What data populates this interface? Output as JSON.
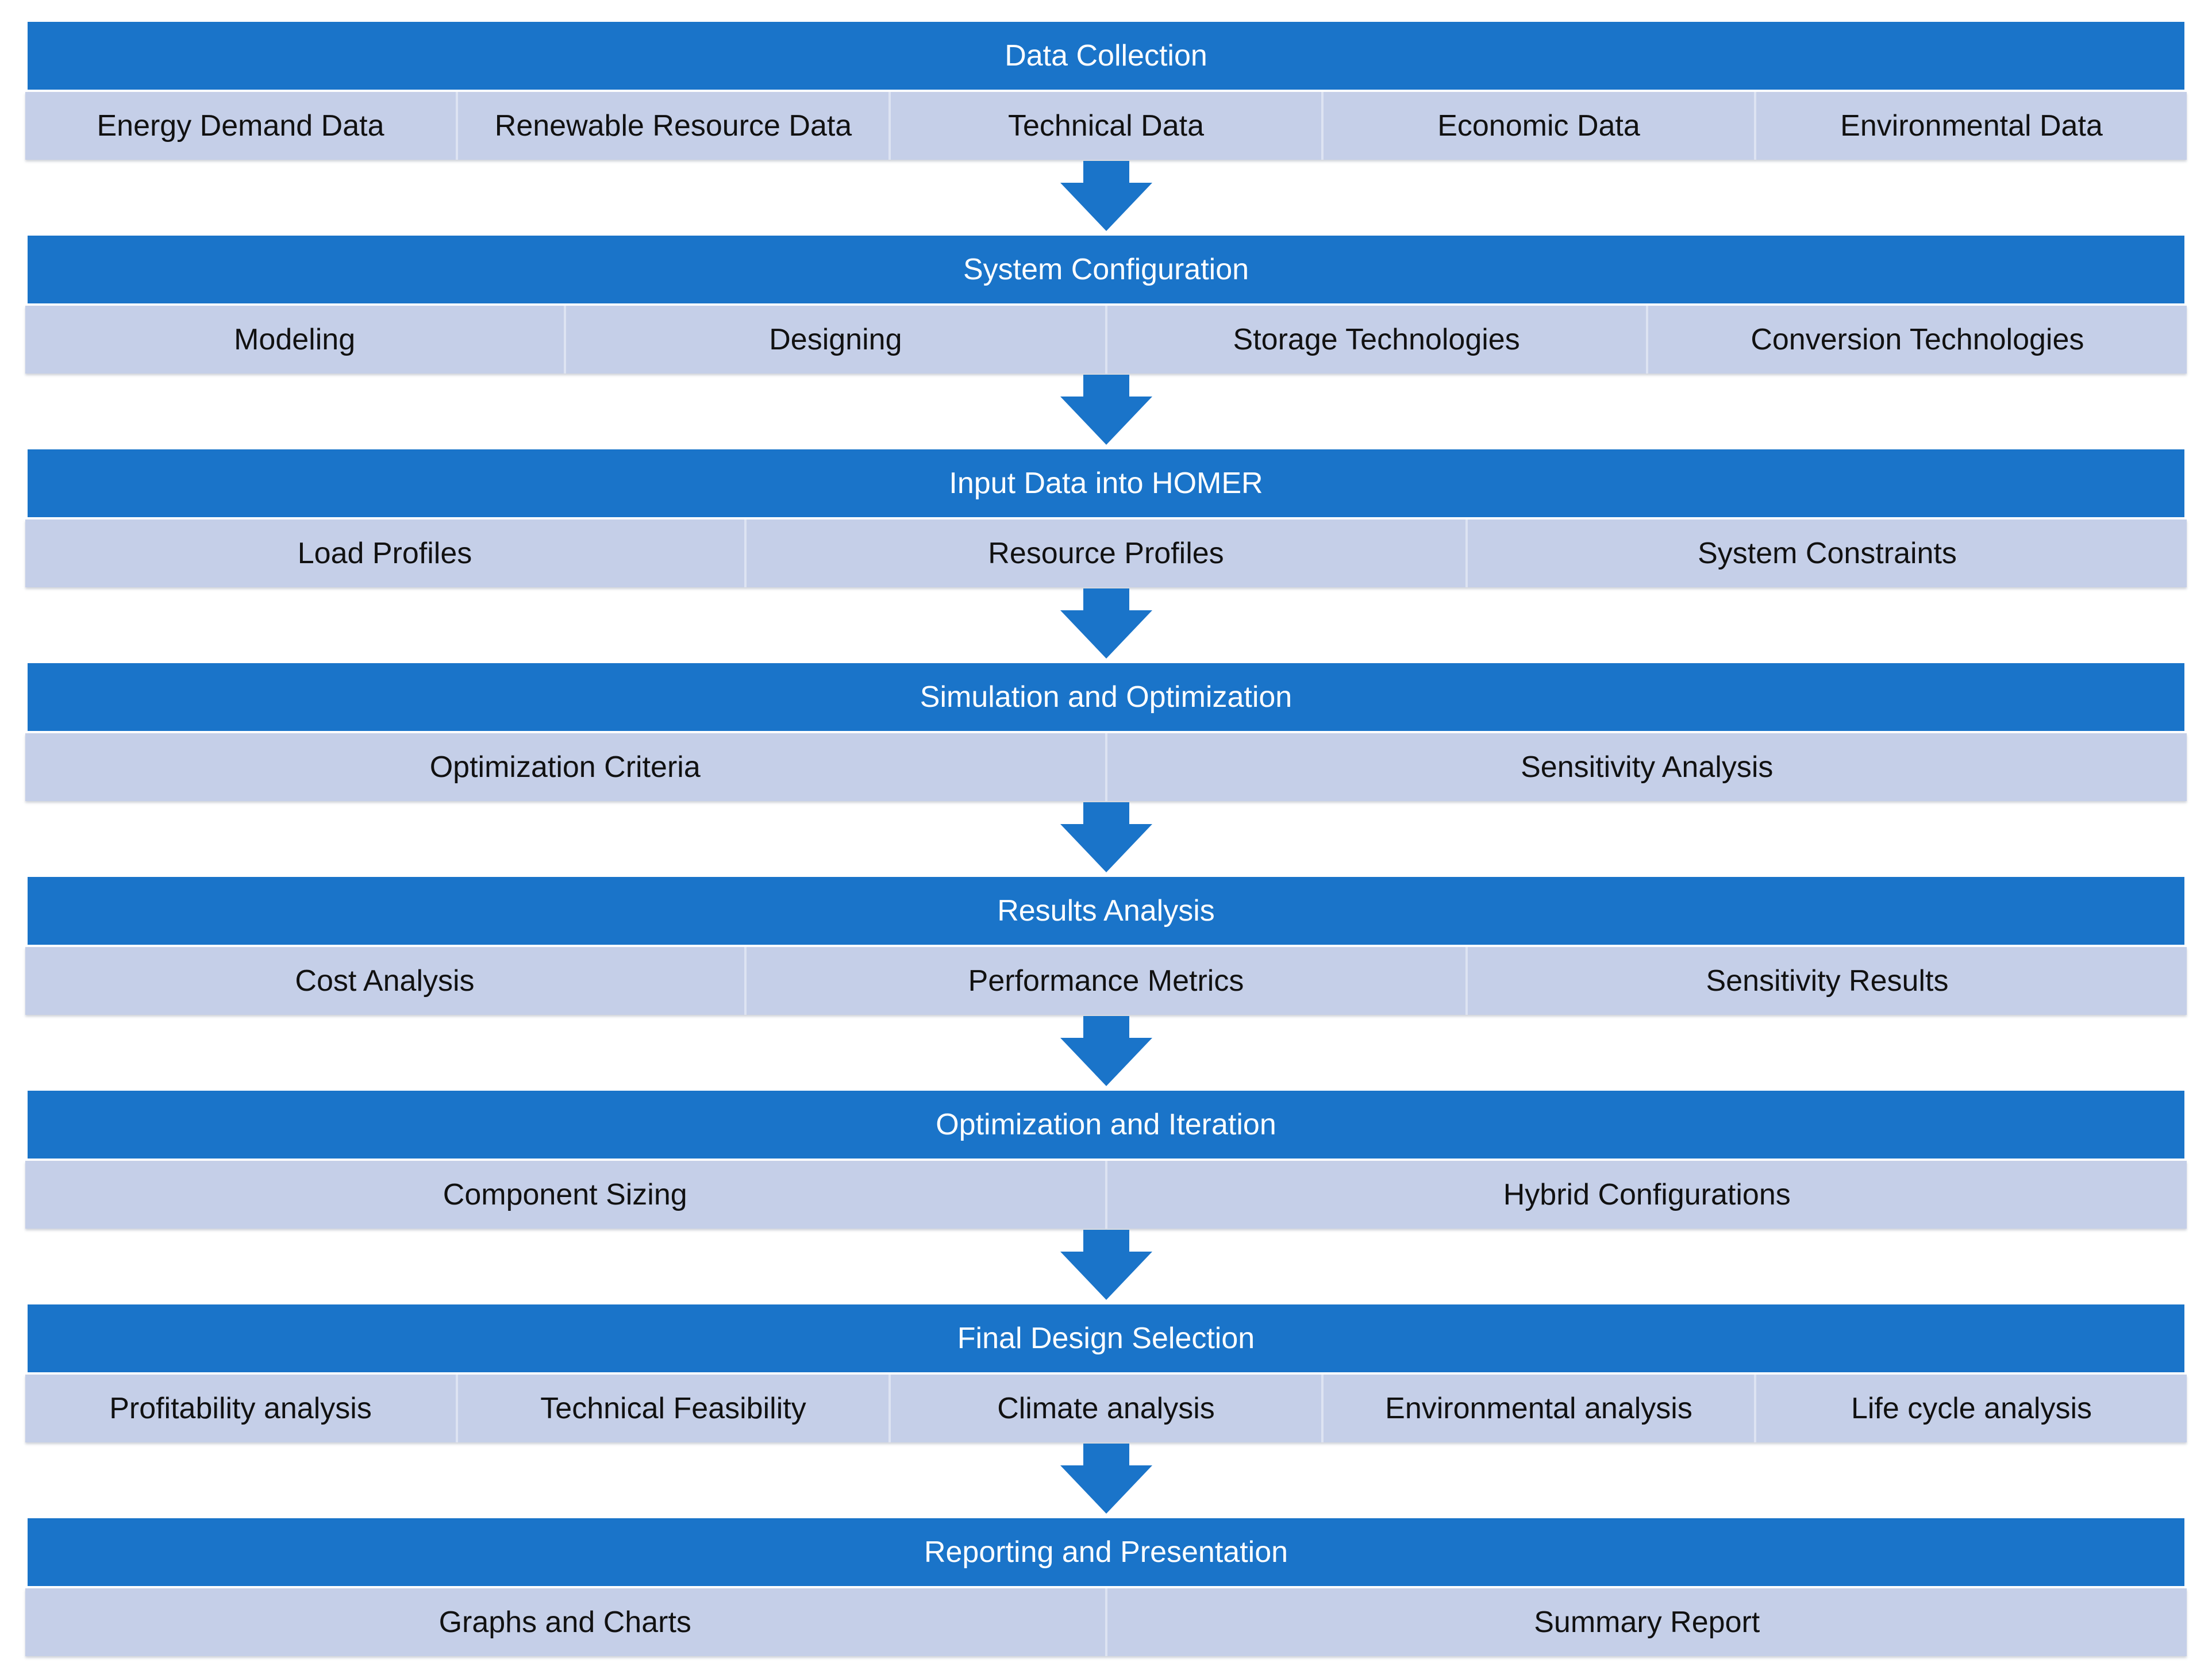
{
  "colors": {
    "header_fill": "#1a74c9",
    "sub_fill": "#c5cfe8",
    "arrow_fill": "#1a74c9",
    "header_text": "#ffffff",
    "sub_text": "#111111"
  },
  "stages": [
    {
      "title": "Data Collection",
      "items": [
        "Energy Demand Data",
        "Renewable Resource Data",
        "Technical Data",
        "Economic Data",
        "Environmental Data"
      ]
    },
    {
      "title": "System Configuration",
      "items": [
        "Modeling",
        "Designing",
        "Storage Technologies",
        "Conversion Technologies"
      ]
    },
    {
      "title": "Input Data into HOMER",
      "items": [
        "Load Profiles",
        "Resource Profiles",
        "System Constraints"
      ]
    },
    {
      "title": "Simulation and Optimization",
      "items": [
        "Optimization Criteria",
        "Sensitivity Analysis"
      ]
    },
    {
      "title": "Results Analysis",
      "items": [
        "Cost Analysis",
        "Performance Metrics",
        "Sensitivity Results"
      ]
    },
    {
      "title": "Optimization and Iteration",
      "items": [
        "Component Sizing",
        "Hybrid Configurations"
      ]
    },
    {
      "title": "Final Design Selection",
      "items": [
        "Profitability analysis",
        "Technical Feasibility",
        "Climate analysis",
        "Environmental analysis",
        "Life cycle analysis"
      ]
    },
    {
      "title": "Reporting and Presentation",
      "items": [
        "Graphs and Charts",
        "Summary Report"
      ]
    }
  ]
}
